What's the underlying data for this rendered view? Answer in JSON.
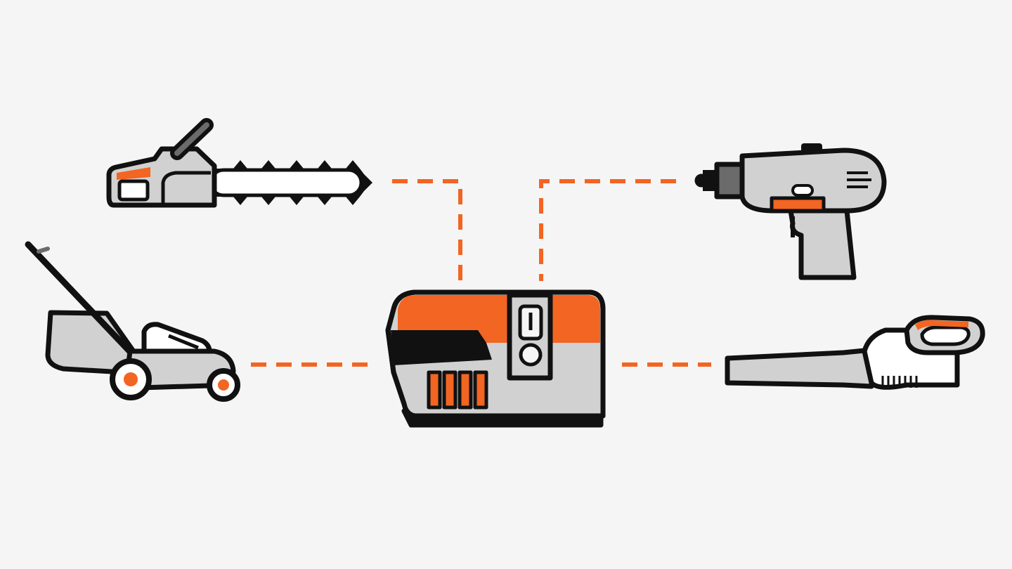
{
  "colors": {
    "background": "#f5f5f5",
    "accent_orange": "#f26522",
    "outline": "#111111",
    "tool_gray": "#d1d1d1",
    "tool_white": "#ffffff",
    "dark_gray": "#6b6b6b"
  },
  "diagram": {
    "hub": {
      "name": "battery-pack",
      "icon": "battery-icon"
    },
    "tools": [
      {
        "name": "chainsaw",
        "icon": "chainsaw-icon"
      },
      {
        "name": "drill",
        "icon": "drill-icon"
      },
      {
        "name": "lawn-mower",
        "icon": "lawn-mower-icon"
      },
      {
        "name": "leaf-blower",
        "icon": "leaf-blower-icon"
      }
    ],
    "connectors": [
      {
        "from": "battery-pack",
        "to": "chainsaw",
        "style": "dashed"
      },
      {
        "from": "battery-pack",
        "to": "drill",
        "style": "dashed"
      },
      {
        "from": "battery-pack",
        "to": "lawn-mower",
        "style": "dashed"
      },
      {
        "from": "battery-pack",
        "to": "leaf-blower",
        "style": "dashed"
      }
    ]
  }
}
